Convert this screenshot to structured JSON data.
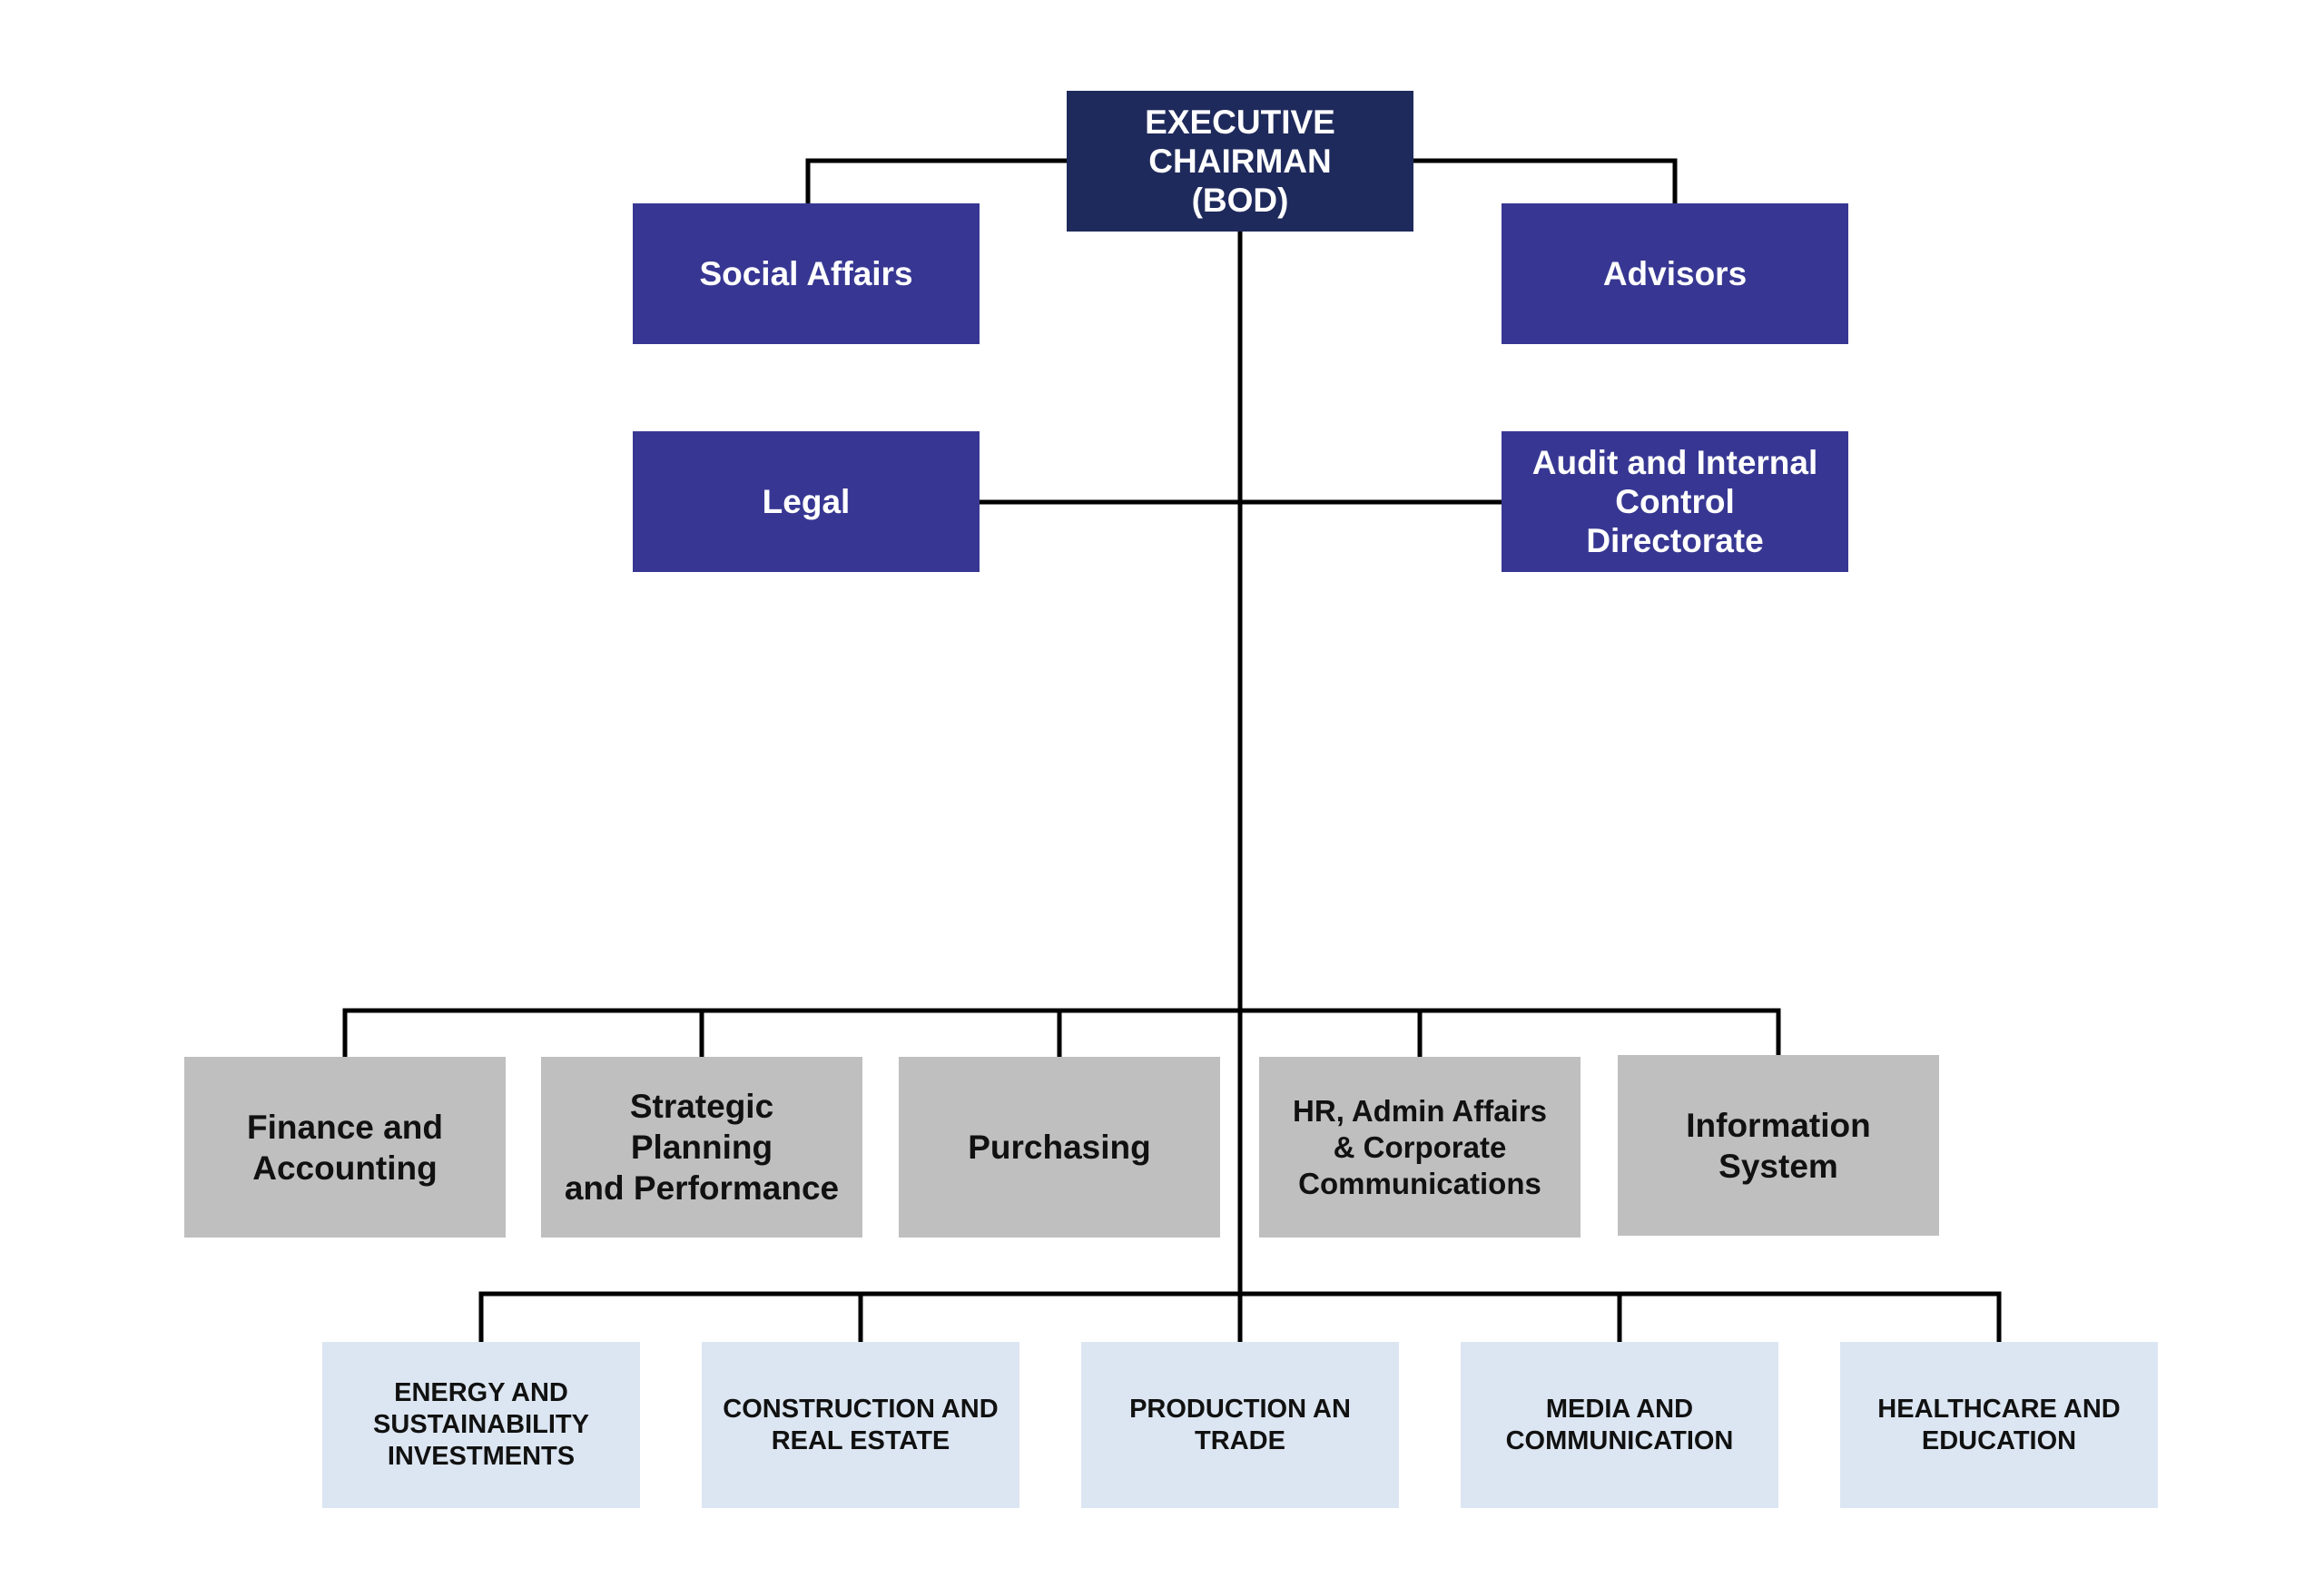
{
  "colors": {
    "chairman_fill": "#1f2a5c",
    "staff_fill": "#373793",
    "support_fill": "#bfbfbf",
    "business_fill": "#dce6f2",
    "connector": "#000000"
  },
  "chairman": {
    "label": "EXECUTIVE\nCHAIRMAN\n(BOD)"
  },
  "staff_units": {
    "social_affairs": "Social Affairs",
    "advisors": "Advisors",
    "legal": "Legal",
    "audit": "Audit and Internal\nControl\nDirectorate"
  },
  "support_units": [
    "Finance and\nAccounting",
    "Strategic Planning\nand Performance",
    "Purchasing",
    "HR, Admin Affairs\n& Corporate\nCommunications",
    "Information\nSystem"
  ],
  "business_sectors": [
    "ENERGY AND\nSUSTAINABILITY\nINVESTMENTS",
    "CONSTRUCTION AND\nREAL ESTATE",
    "PRODUCTION AN\nTRADE",
    "MEDIA AND\nCOMMUNICATION",
    "HEALTHCARE AND\nEDUCATION"
  ]
}
